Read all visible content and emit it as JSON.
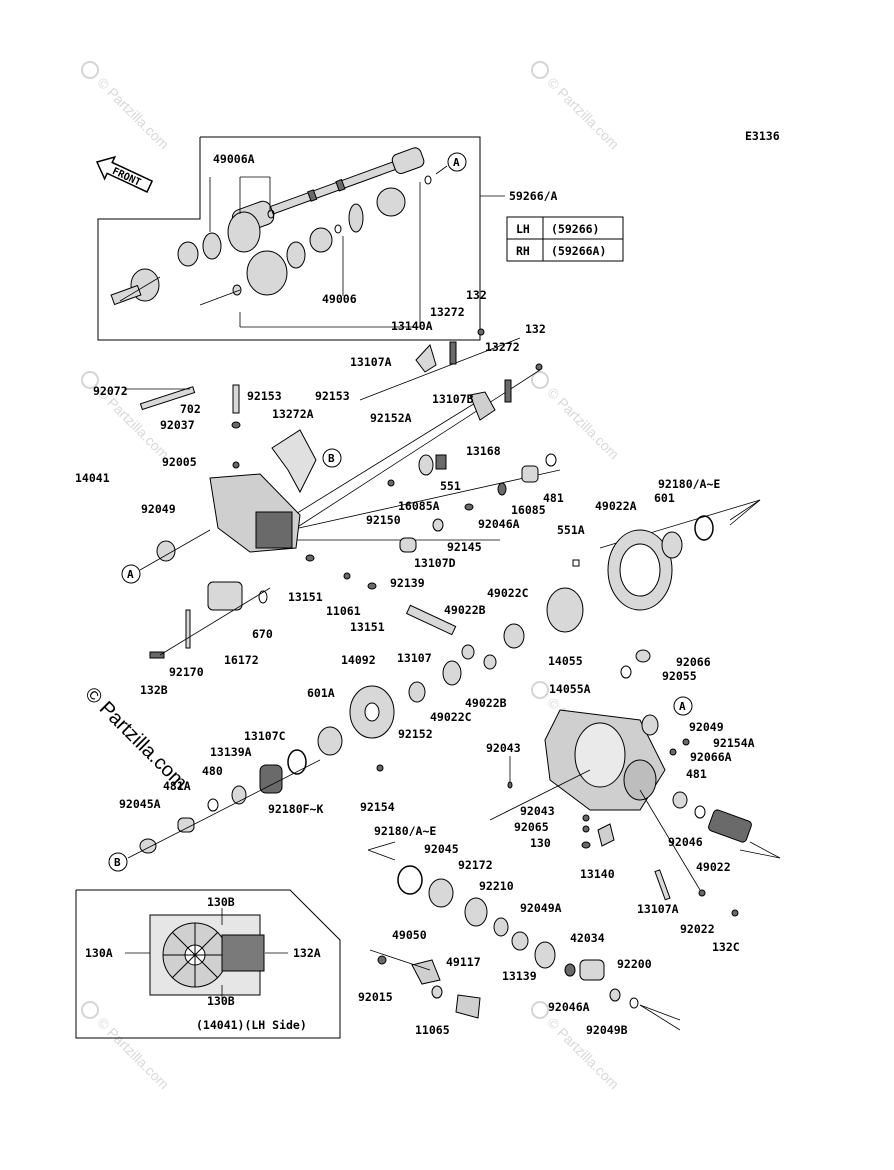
{
  "diagram_code": "E3136",
  "front_label": "FRONT",
  "watermark": "© Partzilla.com",
  "side_watermark": "© Partzilla.com",
  "assembly_ref": "59266/A",
  "side_table": [
    {
      "side": "LH",
      "part": "(59266)"
    },
    {
      "side": "RH",
      "part": "(59266A)"
    }
  ],
  "inset_caption": "(14041)(LH Side)",
  "callouts": {
    "A": "A",
    "B": "B"
  },
  "parts": {
    "p49006A": "49006A",
    "p49006": "49006",
    "p132a": "132",
    "p132b": "132",
    "p13272a": "13272",
    "p13272b": "13272",
    "p13140A": "13140A",
    "p13107A_top": "13107A",
    "p92072": "92072",
    "p702": "702",
    "p92037": "92037",
    "p92005": "92005",
    "p14041": "14041",
    "p92049_l": "92049",
    "p92153a": "92153",
    "p92153b": "92153",
    "p13272A": "13272A",
    "p92152A": "92152A",
    "p13107B": "13107B",
    "p13168": "13168",
    "p551": "551",
    "p16085A": "16085A",
    "p92150": "92150",
    "p16085": "16085",
    "p481_top": "481",
    "p92046A": "92046A",
    "p92145": "92145",
    "p13107D": "13107D",
    "p92139": "92139",
    "p13151a": "13151",
    "p11061": "11061",
    "p13151b": "13151",
    "p670": "670",
    "p16172": "16172",
    "p92170": "92170",
    "p132B": "132B",
    "p49022A": "49022A",
    "p601": "601",
    "p92180AE_top": "92180/A~E",
    "p551A": "551A",
    "p49022C_top": "49022C",
    "p49022B_top": "49022B",
    "p14055": "14055",
    "p13107": "13107",
    "p14092": "14092",
    "p49022C_mid": "49022C",
    "p49022B_mid": "49022B",
    "p92066": "92066",
    "p92055": "92055",
    "p14055A": "14055A",
    "p601A": "601A",
    "p92152": "92152",
    "p13107C": "13107C",
    "p13139A": "13139A",
    "p480": "480",
    "p481A": "481A",
    "p92045A": "92045A",
    "p92180FK": "92180F~K",
    "p92154": "92154",
    "p92043a": "92043",
    "p92049_r": "92049",
    "p92154A": "92154A",
    "p92066A": "92066A",
    "p481_r": "481",
    "p92043b": "92043",
    "p92065": "92065",
    "p130": "130",
    "p13140": "13140",
    "p92046": "92046",
    "p49022": "49022",
    "p92180AE_low": "92180/A~E",
    "p92045": "92045",
    "p92172": "92172",
    "p92210": "92210",
    "p92049A": "92049A",
    "p13107A_low": "13107A",
    "p92022": "92022",
    "p132C": "132C",
    "p49050": "49050",
    "p42034": "42034",
    "p92200": "92200",
    "p49117": "49117",
    "p13139": "13139",
    "p92015": "92015",
    "p92046A_low": "92046A",
    "p11065": "11065",
    "p92049B": "92049B",
    "p130B_top": "130B",
    "p130A": "130A",
    "p132A": "132A",
    "p130B_bot": "130B"
  }
}
